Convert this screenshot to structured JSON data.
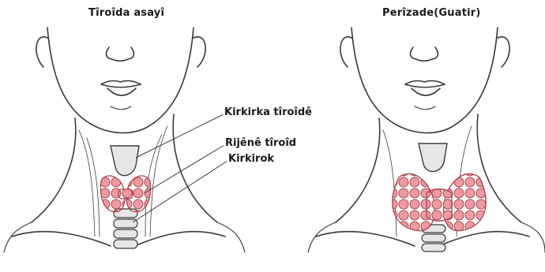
{
  "panels": {
    "left": {
      "title": "Tîroîda asayî"
    },
    "right": {
      "title": "Perîzade(Guatir)"
    }
  },
  "labels": {
    "cartilage": "Kirkirka tîroîdê",
    "lobes": "Rijênê tîroîd",
    "trachea": "Kirkirok"
  },
  "colors": {
    "thyroid_fill": "#ec8e96",
    "thyroid_stroke": "#b0464f",
    "cartilage_fill": "#e6e6e6",
    "line": "#3a3a3a"
  }
}
